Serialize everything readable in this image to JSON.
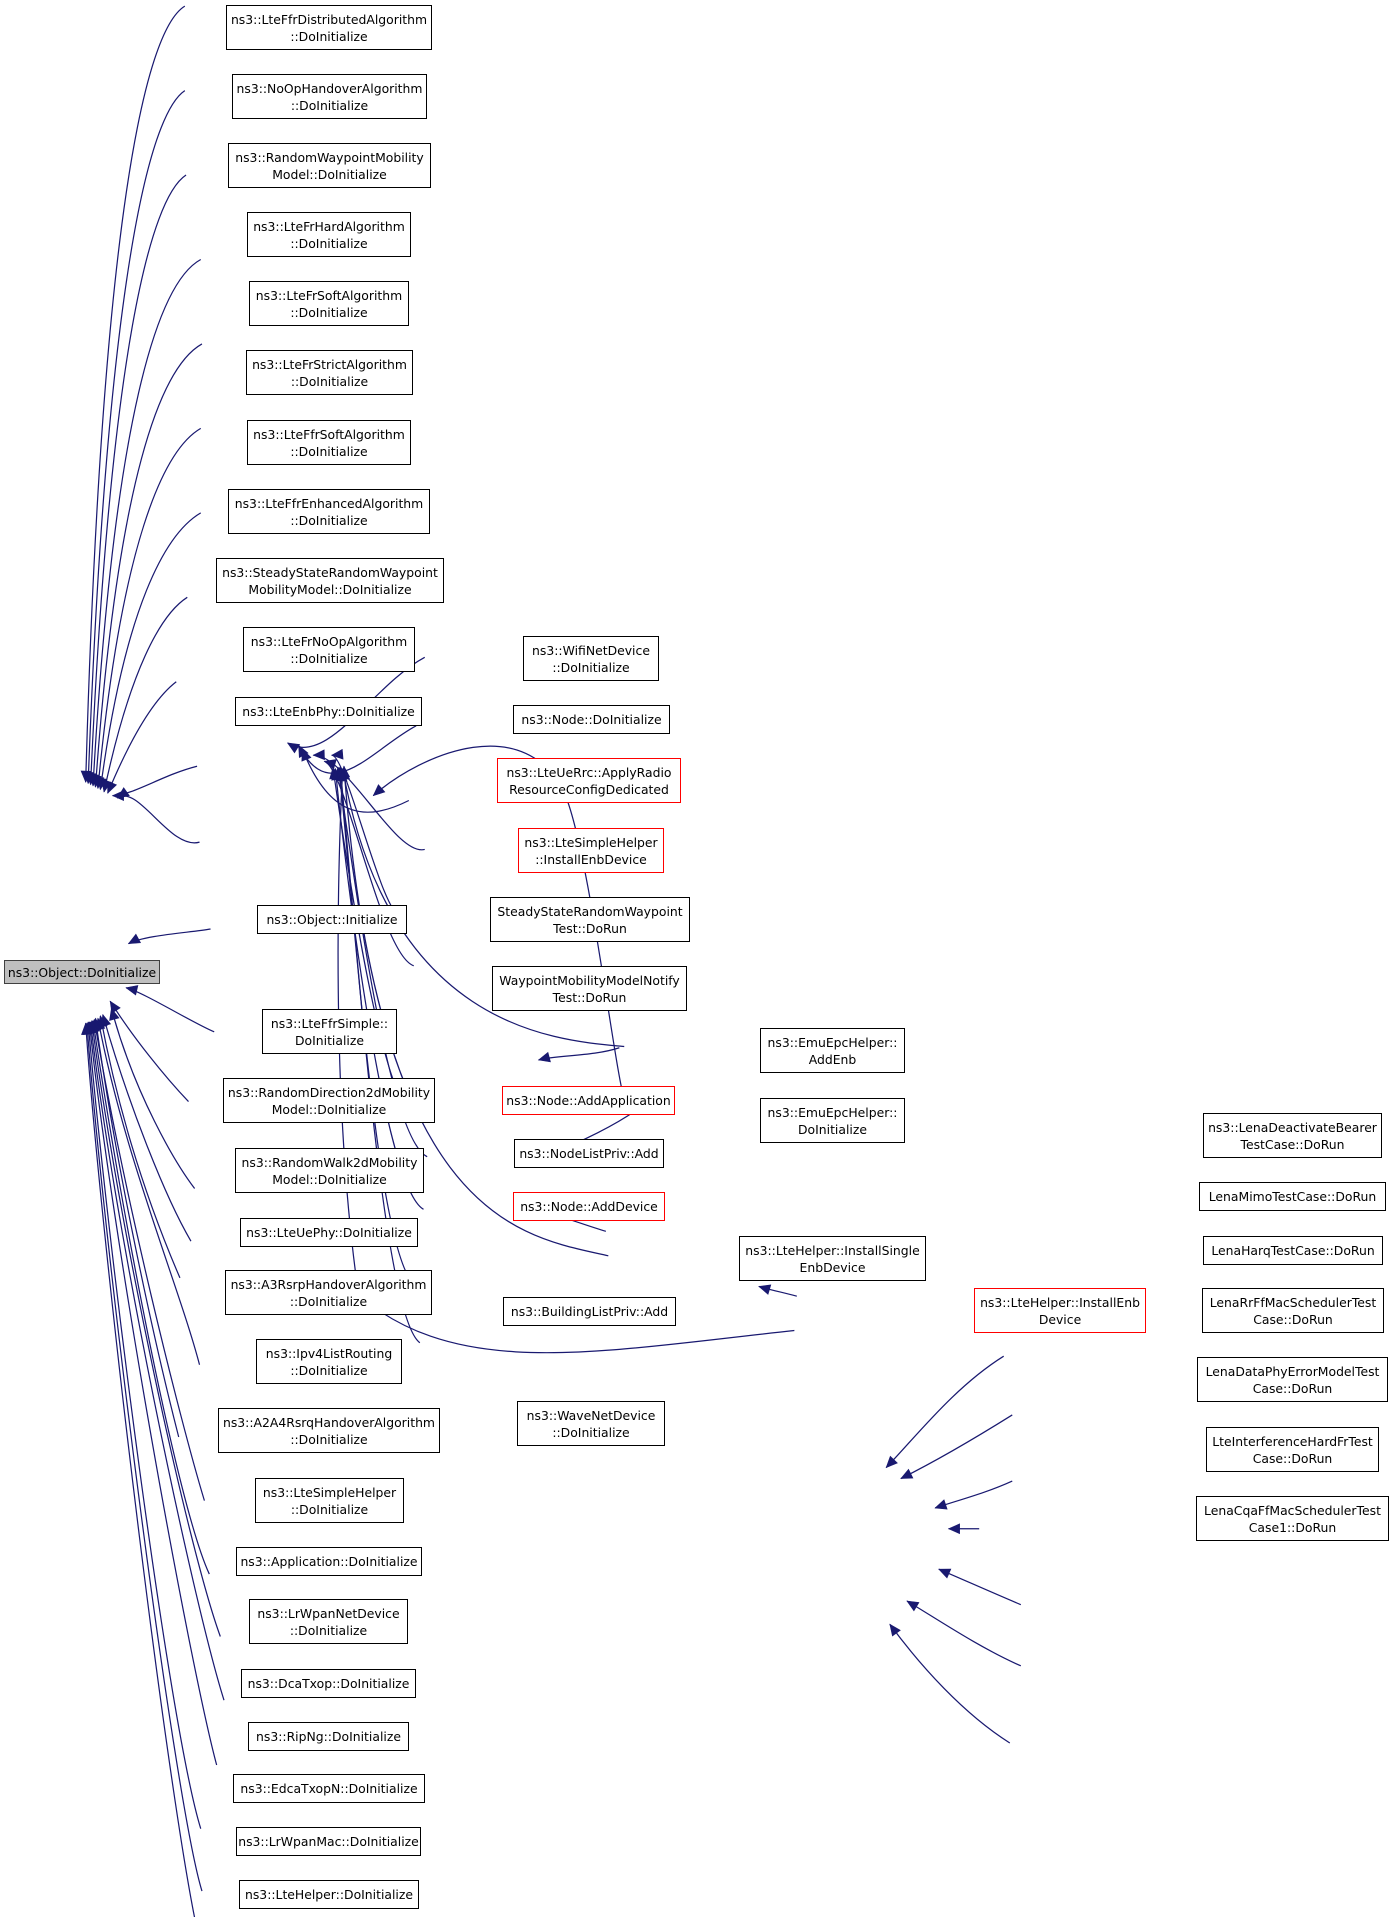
{
  "graph": {
    "edge_color": "#191970",
    "highlight_border": "#ff0000",
    "root_fill": "#bfbfbf",
    "nodes": [
      {
        "id": "root",
        "lines": [
          "ns3::Object::DoInitialize"
        ],
        "root": true
      },
      {
        "id": "l1",
        "lines": [
          "ns3::LteFfrDistributedAlgorithm",
          "::DoInitialize"
        ]
      },
      {
        "id": "l2",
        "lines": [
          "ns3::NoOpHandoverAlgorithm",
          "::DoInitialize"
        ]
      },
      {
        "id": "l3",
        "lines": [
          "ns3::RandomWaypointMobility",
          "Model::DoInitialize"
        ]
      },
      {
        "id": "l4",
        "lines": [
          "ns3::LteFrHardAlgorithm",
          "::DoInitialize"
        ]
      },
      {
        "id": "l5",
        "lines": [
          "ns3::LteFrSoftAlgorithm",
          "::DoInitialize"
        ]
      },
      {
        "id": "l6",
        "lines": [
          "ns3::LteFrStrictAlgorithm",
          "::DoInitialize"
        ]
      },
      {
        "id": "l7",
        "lines": [
          "ns3::LteFfrSoftAlgorithm",
          "::DoInitialize"
        ]
      },
      {
        "id": "l8",
        "lines": [
          "ns3::LteFfrEnhancedAlgorithm",
          "::DoInitialize"
        ]
      },
      {
        "id": "l9",
        "lines": [
          "ns3::SteadyStateRandomWaypoint",
          "MobilityModel::DoInitialize"
        ]
      },
      {
        "id": "l10",
        "lines": [
          "ns3::LteFrNoOpAlgorithm",
          "::DoInitialize"
        ]
      },
      {
        "id": "l11",
        "lines": [
          "ns3::LteEnbPhy::DoInitialize"
        ]
      },
      {
        "id": "init",
        "lines": [
          "ns3::Object::Initialize"
        ]
      },
      {
        "id": "l13",
        "lines": [
          "ns3::LteFfrSimple::",
          "DoInitialize"
        ]
      },
      {
        "id": "l14",
        "lines": [
          "ns3::RandomDirection2dMobility",
          "Model::DoInitialize"
        ]
      },
      {
        "id": "l15",
        "lines": [
          "ns3::RandomWalk2dMobility",
          "Model::DoInitialize"
        ]
      },
      {
        "id": "l16",
        "lines": [
          "ns3::LteUePhy::DoInitialize"
        ]
      },
      {
        "id": "l17",
        "lines": [
          "ns3::A3RsrpHandoverAlgorithm",
          "::DoInitialize"
        ]
      },
      {
        "id": "l18",
        "lines": [
          "ns3::Ipv4ListRouting",
          "::DoInitialize"
        ]
      },
      {
        "id": "l19",
        "lines": [
          "ns3::A2A4RsrqHandoverAlgorithm",
          "::DoInitialize"
        ]
      },
      {
        "id": "l20",
        "lines": [
          "ns3::LteSimpleHelper",
          "::DoInitialize"
        ]
      },
      {
        "id": "l21",
        "lines": [
          "ns3::Application::DoInitialize"
        ]
      },
      {
        "id": "l22",
        "lines": [
          "ns3::LrWpanNetDevice",
          "::DoInitialize"
        ]
      },
      {
        "id": "l23",
        "lines": [
          "ns3::DcaTxop::DoInitialize"
        ]
      },
      {
        "id": "l24",
        "lines": [
          "ns3::RipNg::DoInitialize"
        ]
      },
      {
        "id": "l25",
        "lines": [
          "ns3::EdcaTxopN::DoInitialize"
        ]
      },
      {
        "id": "l26",
        "lines": [
          "ns3::LrWpanMac::DoInitialize"
        ]
      },
      {
        "id": "l27",
        "lines": [
          "ns3::LteHelper::DoInitialize"
        ]
      },
      {
        "id": "wifi",
        "lines": [
          "ns3::WifiNetDevice",
          "::DoInitialize"
        ]
      },
      {
        "id": "nodeinit",
        "lines": [
          "ns3::Node::DoInitialize"
        ]
      },
      {
        "id": "uerrc",
        "lines": [
          "ns3::LteUeRrc::ApplyRadio",
          "ResourceConfigDedicated"
        ],
        "red": true
      },
      {
        "id": "simpleenb",
        "lines": [
          "ns3::LteSimpleHelper",
          "::InstallEnbDevice"
        ],
        "red": true
      },
      {
        "id": "ssrwtest",
        "lines": [
          "SteadyStateRandomWaypoint",
          "Test::DoRun"
        ]
      },
      {
        "id": "wmmnotify",
        "lines": [
          "WaypointMobilityModelNotify",
          "Test::DoRun"
        ]
      },
      {
        "id": "addapp",
        "lines": [
          "ns3::Node::AddApplication"
        ],
        "red": true
      },
      {
        "id": "nodelist",
        "lines": [
          "ns3::NodeListPriv::Add"
        ]
      },
      {
        "id": "adddev",
        "lines": [
          "ns3::Node::AddDevice"
        ],
        "red": true
      },
      {
        "id": "buildlist",
        "lines": [
          "ns3::BuildingListPriv::Add"
        ]
      },
      {
        "id": "wave",
        "lines": [
          "ns3::WaveNetDevice",
          "::DoInitialize"
        ]
      },
      {
        "id": "emuaddenb",
        "lines": [
          "ns3::EmuEpcHelper::",
          "AddEnb"
        ]
      },
      {
        "id": "emuinit",
        "lines": [
          "ns3::EmuEpcHelper::",
          "DoInitialize"
        ]
      },
      {
        "id": "installsingle",
        "lines": [
          "ns3::LteHelper::InstallSingle",
          "EnbDevice"
        ]
      },
      {
        "id": "installenb",
        "lines": [
          "ns3::LteHelper::InstallEnb",
          "Device"
        ],
        "red": true
      },
      {
        "id": "r1",
        "lines": [
          "ns3::LenaDeactivateBearer",
          "TestCase::DoRun"
        ]
      },
      {
        "id": "r2",
        "lines": [
          "LenaMimoTestCase::DoRun"
        ]
      },
      {
        "id": "r3",
        "lines": [
          "LenaHarqTestCase::DoRun"
        ]
      },
      {
        "id": "r4",
        "lines": [
          "LenaRrFfMacSchedulerTest",
          "Case::DoRun"
        ]
      },
      {
        "id": "r5",
        "lines": [
          "LenaDataPhyErrorModelTest",
          "Case::DoRun"
        ]
      },
      {
        "id": "r6",
        "lines": [
          "LteInterferenceHardFrTest",
          "Case::DoRun"
        ]
      },
      {
        "id": "r7",
        "lines": [
          "LenaCqaFfMacSchedulerTest",
          "Case1::DoRun"
        ]
      }
    ]
  }
}
